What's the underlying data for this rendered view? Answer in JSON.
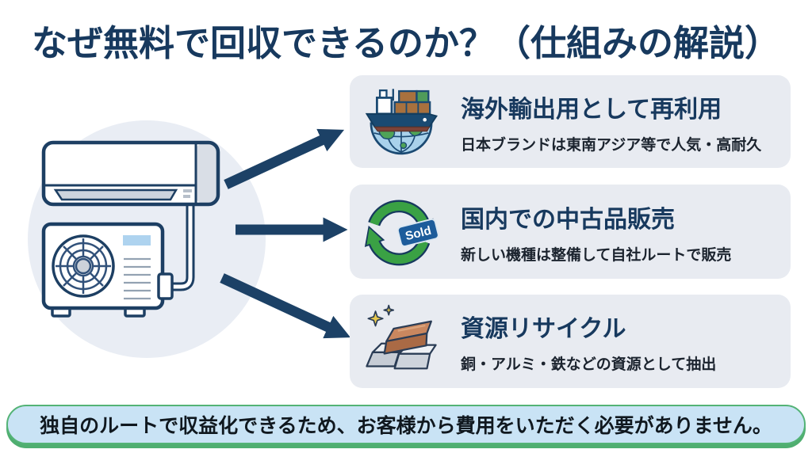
{
  "title": "なぜ無料で回収できるのか？（仕組みの解説）",
  "illustration": {
    "icon": "air-conditioner-units-illustration"
  },
  "reasons": [
    {
      "heading": "海外輸出用として再利用",
      "description": "日本ブランドは東南アジア等で人気・高耐久",
      "icon": "cargo-ship-globe-icon"
    },
    {
      "heading": "国内での中古品販売",
      "description": "新しい機種は整備して自社ルートで販売",
      "icon": "recycle-arrows-icon",
      "tag_label": "Sold"
    },
    {
      "heading": "資源リサイクル",
      "description": "銅・アルミ・鉄などの資源として抽出",
      "icon": "metal-ingots-icon"
    }
  ],
  "footer": {
    "message": "独自のルートで収益化できるため、お客様から費用をいただく必要がありません。"
  },
  "colors": {
    "title_navy": "#17395e",
    "card_background": "#e8ebf1",
    "arrow_navy": "#1c4166",
    "recycle_green": "#3aa144",
    "sold_tag_blue": "#1d5c9b",
    "banner_background": "#c9e3f5",
    "banner_green": "#53b376",
    "copper": "#aa6a45",
    "silver": "#ced4dc"
  }
}
